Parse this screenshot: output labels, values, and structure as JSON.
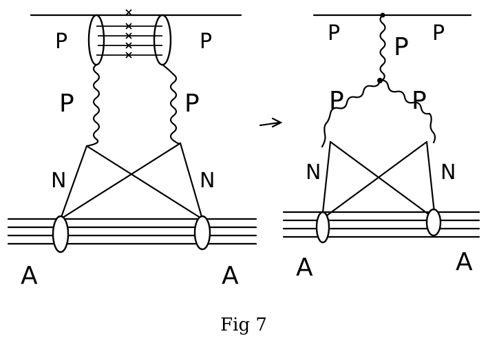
{
  "diagram": {
    "left": {
      "proton_left": "P",
      "proton_right": "P",
      "pomeron_left": "P",
      "pomeron_right": "P",
      "nucleon_left": "N",
      "nucleon_right": "N",
      "nucleus_left": "A",
      "nucleus_right": "A"
    },
    "right": {
      "proton_left": "P",
      "proton_right": "P",
      "pomeron_top": "P",
      "pomeron_left": "P",
      "pomeron_right": "P",
      "nucleon_left": "N",
      "nucleon_right": "N",
      "nucleus_left": "A",
      "nucleus_right": "A"
    }
  },
  "caption": "Fig 7"
}
